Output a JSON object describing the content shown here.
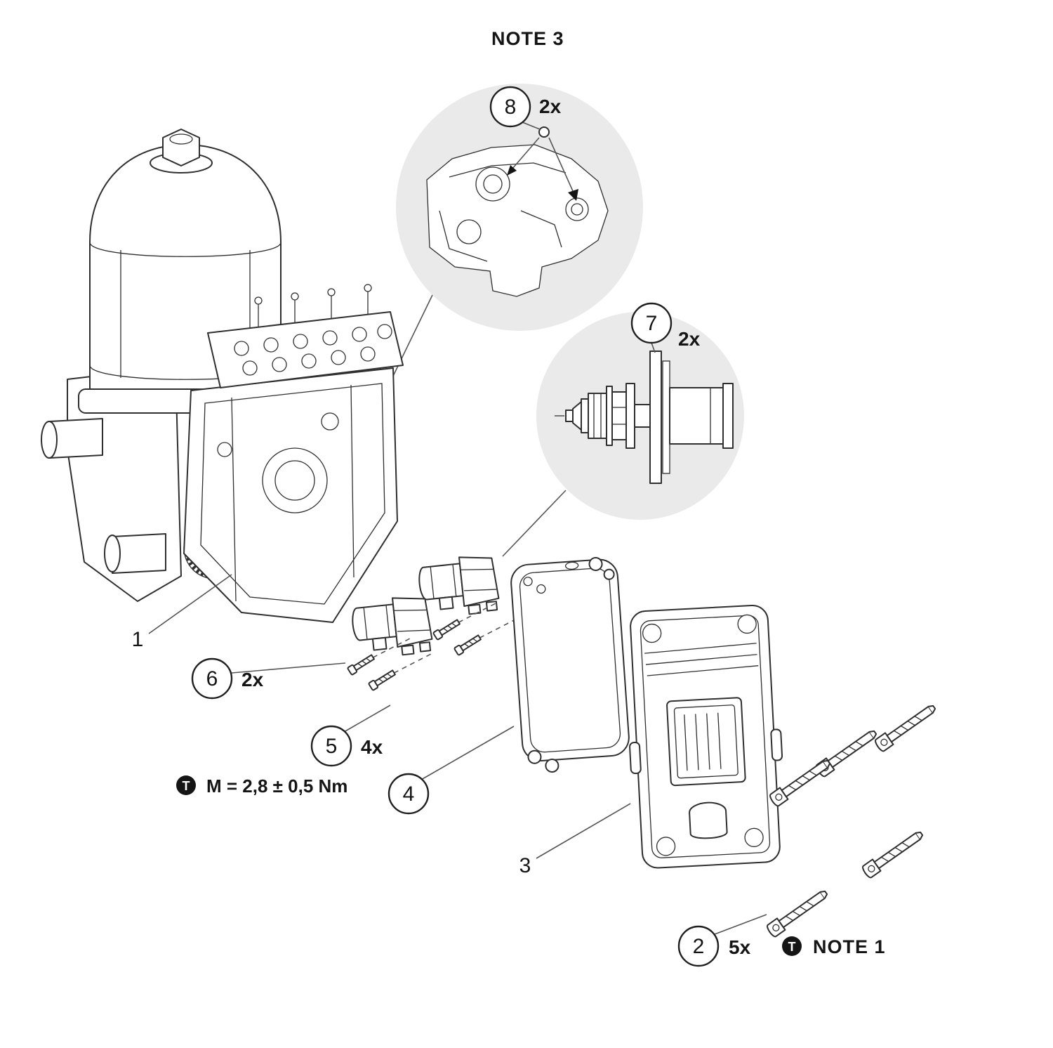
{
  "meta": {
    "background_color": "#ffffff",
    "line_color": "#2f2f2f",
    "detail_circle_fill": "#eaeaea",
    "torque_icon": "torque-icon"
  },
  "notes": {
    "note3": "NOTE 3",
    "note1": "NOTE 1"
  },
  "torque": {
    "icon_letter": "T",
    "spec": "M = 2,8 ± 0,5 Nm"
  },
  "callouts": [
    {
      "part": 1,
      "number": "1",
      "qty": "",
      "style": "plain"
    },
    {
      "part": 2,
      "number": "2",
      "qty": "5x",
      "style": "circle"
    },
    {
      "part": 3,
      "number": "3",
      "qty": "",
      "style": "plain"
    },
    {
      "part": 4,
      "number": "4",
      "qty": "",
      "style": "circle"
    },
    {
      "part": 5,
      "number": "5",
      "qty": "4x",
      "style": "circle"
    },
    {
      "part": 6,
      "number": "6",
      "qty": "2x",
      "style": "circle"
    },
    {
      "part": 7,
      "number": "7",
      "qty": "2x",
      "style": "circle"
    },
    {
      "part": 8,
      "number": "8",
      "qty": "2x",
      "style": "circle"
    }
  ]
}
